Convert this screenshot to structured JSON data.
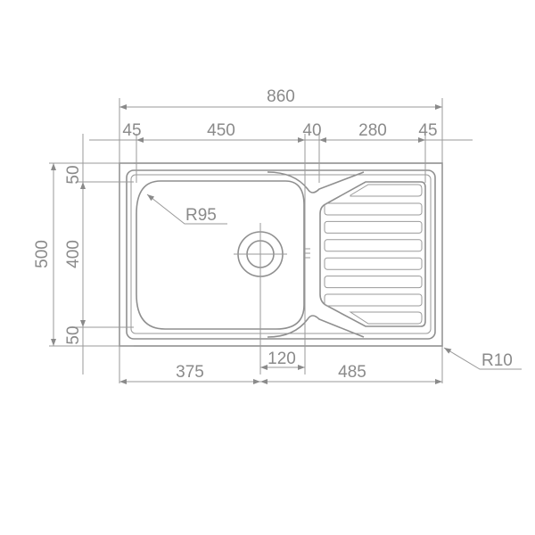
{
  "drawing": {
    "overall_width": "860",
    "segments_top": [
      "45",
      "450",
      "40",
      "280",
      "45"
    ],
    "overall_depth": "500",
    "segments_left": [
      "50",
      "400",
      "50"
    ],
    "bottom_left": "375",
    "bottom_right": "485",
    "drain_offset": "120",
    "bowl_radius": "R95",
    "corner_radius": "R10",
    "line_color": "#8f8f8f"
  }
}
